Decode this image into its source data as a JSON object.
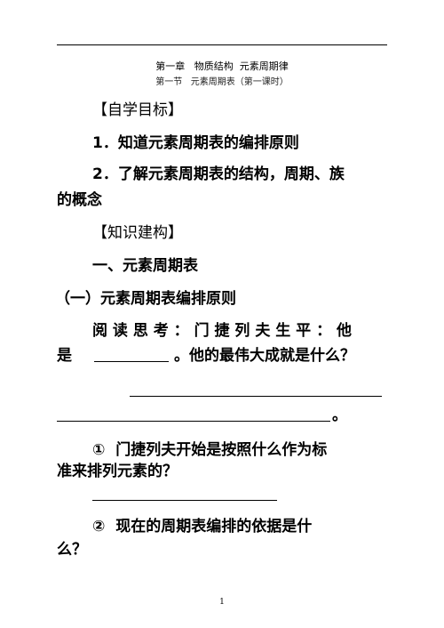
{
  "header": {
    "chapter": "第一章   物质结构  元素周期律",
    "section": "第一节   元素周期表（第一课时）"
  },
  "body": {
    "goal_heading": "【自学目标】",
    "goal_1": "1．知道元素周期表的编排原则",
    "goal_2_line1": "2．了解元素周期表的结构，周期、族",
    "goal_2_line2": "的概念",
    "knowledge_heading": "【知识建构】",
    "part_1": "一、元素周期表",
    "sub_1": "（一）元素周期表编排原则",
    "reading_line1": "阅 读 思 考 ： 门 捷 列 夫 生 平 ： 他",
    "reading_line2_a": "是",
    "reading_line2_b": "。他的最伟大成就是什么？",
    "period_mark": "。",
    "q1_line1": "①  门捷列夫开始是按照什么作为标",
    "q1_line2": "准来排列元素的？",
    "q2_line1": "②  现在的周期表编排的依据是什",
    "q2_line2": "么？"
  },
  "footer": {
    "page_number": "1"
  }
}
